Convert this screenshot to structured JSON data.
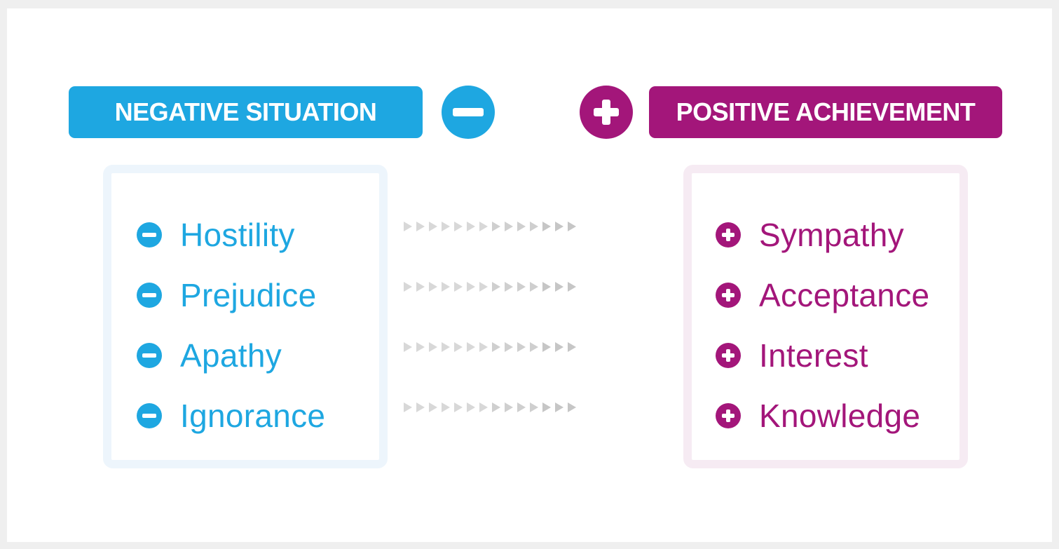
{
  "negative": {
    "title": "NEGATIVE SITUATION",
    "color": "#1ea7e1",
    "icon": "minus-circle-icon",
    "items": [
      "Hostility",
      "Prejudice",
      "Apathy",
      "Ignorance"
    ]
  },
  "positive": {
    "title": "POSITIVE ACHIEVEMENT",
    "color": "#a3167a",
    "icon": "plus-circle-icon",
    "items": [
      "Sympathy",
      "Acceptance",
      "Interest",
      "Knowledge"
    ]
  },
  "connector": {
    "icon": "triangle-arrow-icon",
    "color": "#d0d0d0"
  }
}
